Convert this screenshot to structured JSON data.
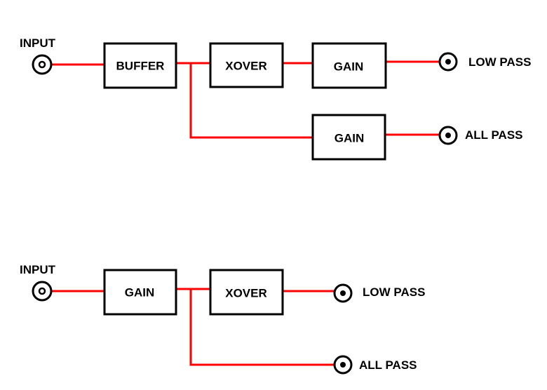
{
  "colors": {
    "wire": "#ff0000",
    "stroke": "#000000",
    "background": "#ffffff"
  },
  "diagram_top": {
    "input_label": "INPUT",
    "blocks": {
      "buffer": "BUFFER",
      "xover": "XOVER",
      "gain_upper": "GAIN",
      "gain_lower": "GAIN"
    },
    "outputs": {
      "low_pass": "LOW PASS",
      "all_pass": "ALL PASS"
    }
  },
  "diagram_bottom": {
    "input_label": "INPUT",
    "blocks": {
      "gain": "GAIN",
      "xover": "XOVER"
    },
    "outputs": {
      "low_pass": "LOW PASS",
      "all_pass": "ALL PASS"
    }
  }
}
